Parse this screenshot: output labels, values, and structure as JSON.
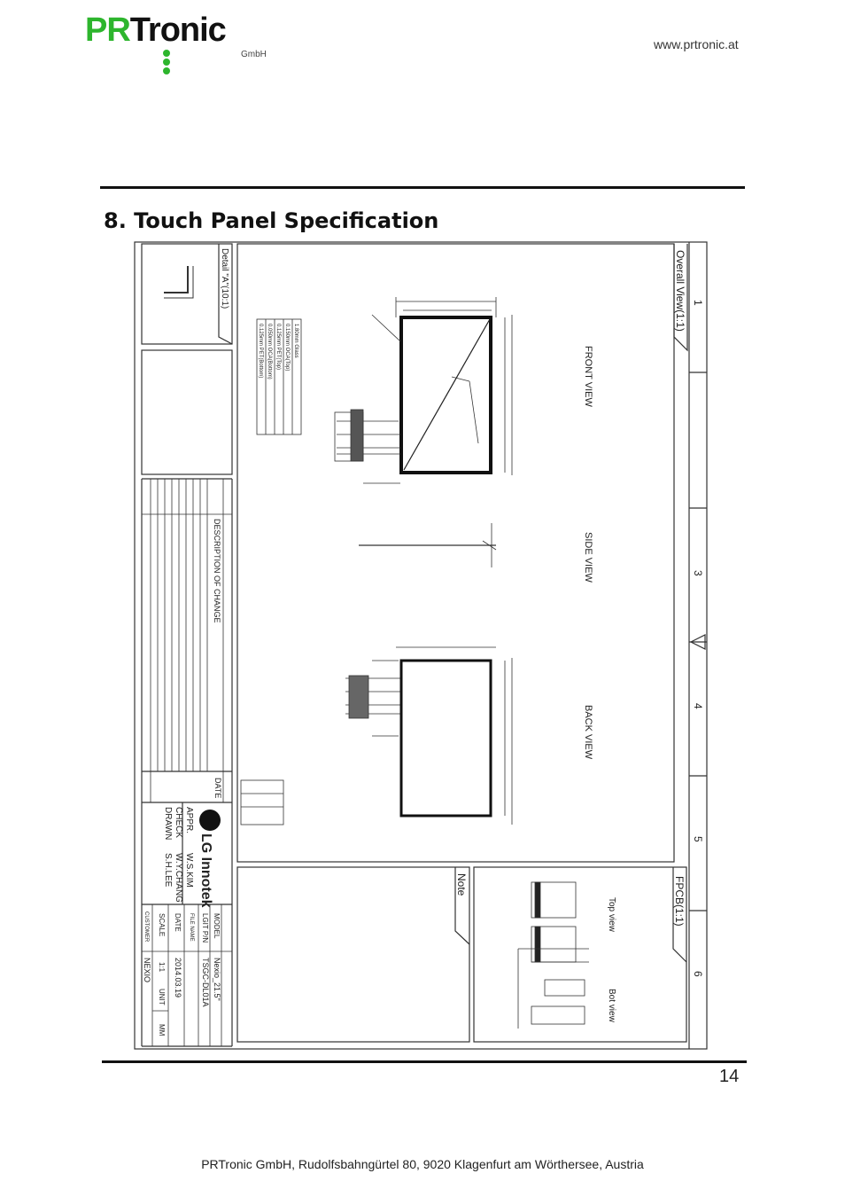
{
  "header": {
    "logo": {
      "part1": "PR",
      "part2": "Tronic",
      "sub": "GmbH"
    },
    "url": "www.prtronic.at"
  },
  "section_title": "8. Touch Panel Specification",
  "drawing": {
    "overall_view_label": "Overall View(1:1)",
    "front_view_label": "FRONT VIEW",
    "side_view_label": "SIDE VIEW",
    "back_view_label": "BACK VIEW",
    "fpcb_label": "FPCB(1:1)",
    "fpcb_top_view": "Top view",
    "fpcb_bot_view": "Bot view",
    "note_label": "Note",
    "detail_label": "Detail \"A\"(10:1)",
    "zone_numbers": [
      "1",
      "3",
      "4",
      "5",
      "6"
    ],
    "stack_layers": [
      "1.80mm  Glass",
      "0.150mm  OCA(Top)",
      "0.125mm  PET(Top)",
      "0.050mm  OCA(Bottom)",
      "0.125mm  PET(Bottom)"
    ],
    "revision": {
      "description_header": "DESCRIPTION OF CHANGE",
      "date_header": "DATE"
    },
    "title_block": {
      "company": "LG Innotek",
      "appr_label": "APPR.",
      "appr": "W.S.KIM",
      "check_label": "CHECK",
      "check": "W.Y.CHANG",
      "drawn_label": "DRAWN",
      "drawn": "S.H.LEE",
      "model_label": "MODEL",
      "model": "Nexio_21.5\"",
      "pn_label": "LGIT P/N",
      "pn": "TSGC-DL01A",
      "file_label": "FILE NAME",
      "date_label": "DATE",
      "date": "2014.03.19",
      "scale_label": "SCALE",
      "scale": "1:1",
      "unit_label": "UNIT",
      "unit": "MM",
      "customer_label": "CUSTOMER",
      "customer": "NEXIO"
    }
  },
  "page_number": "14",
  "footer": "PRTronic GmbH, Rudolfsbahngürtel 80, 9020 Klagenfurt am Wörthersee, Austria"
}
